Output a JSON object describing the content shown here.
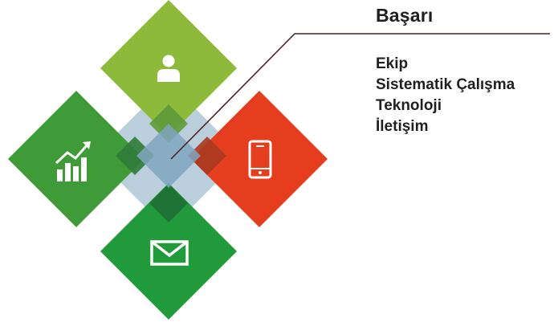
{
  "title": "Başarı",
  "items": [
    "Ekip",
    "Sistematik Çalışma",
    "Teknoloji",
    "İletişim"
  ],
  "colors": {
    "top": "#8DBA3B",
    "left": "#3E9B37",
    "right": "#E53E1E",
    "bottom": "#209A3A",
    "overlay": "#B8CCDA",
    "center": "#7FA6BE",
    "connector": "#4A2323",
    "text": "#1F1F1F"
  },
  "icons": {
    "top": "user-icon",
    "left": "growth-chart-icon",
    "right": "mobile-device-icon",
    "bottom": "mail-icon"
  }
}
